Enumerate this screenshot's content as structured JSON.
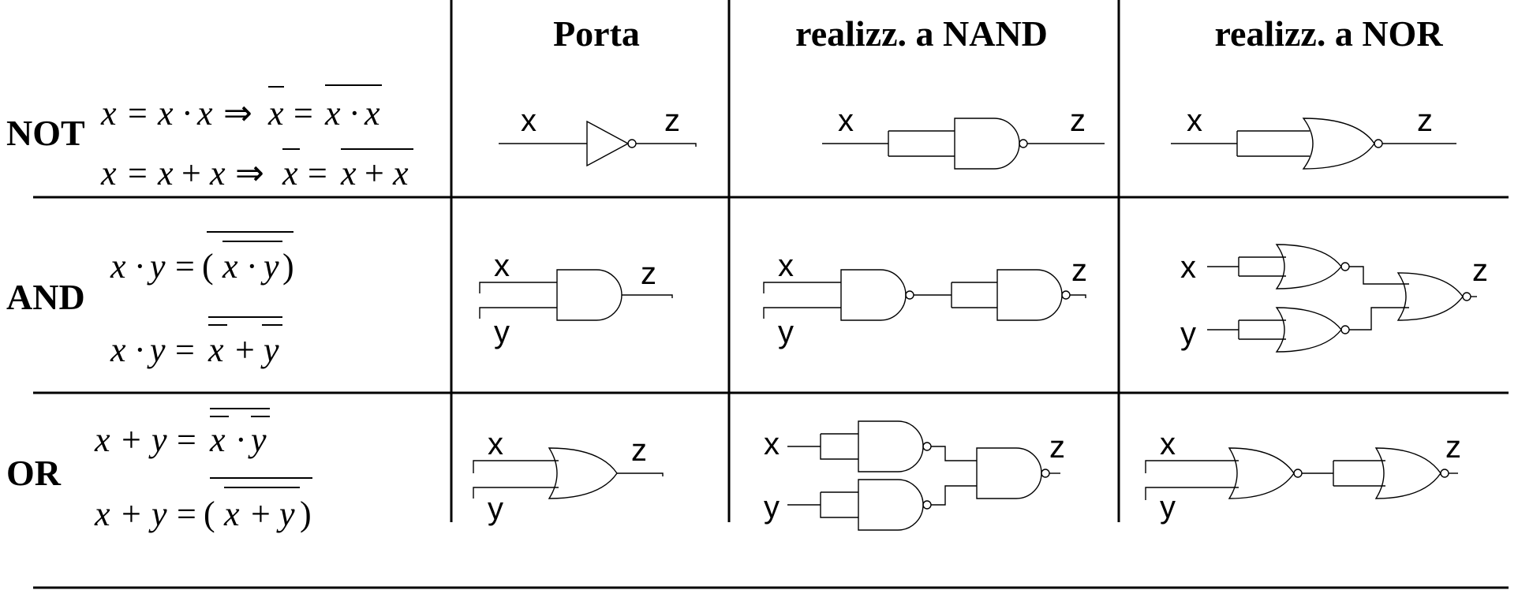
{
  "table": {
    "headers": {
      "porta": "Porta",
      "nand": "realizz. a NAND",
      "nor": "realizz. a NOR"
    },
    "rows": {
      "not": {
        "label": "NOT",
        "formula1": {
          "lhs": "x",
          "eq": "=",
          "a": "x",
          "op": "·",
          "b": "x",
          "implies": "⇒",
          "neg": "x",
          "eq2": "=",
          "c": "x",
          "op2": "·",
          "d": "x"
        },
        "formula2": {
          "lhs": "x",
          "eq": "=",
          "a": "x",
          "op": "+",
          "b": "x",
          "implies": "⇒",
          "neg": "x",
          "eq2": "=",
          "c": "x",
          "op2": "+",
          "d": "x"
        }
      },
      "and": {
        "label": "AND",
        "formula1": {
          "a": "x",
          "op": "·",
          "b": "y",
          "eq": "=",
          "lp": "(",
          "c": "x",
          "op2": "·",
          "d": "y",
          "rp": ")"
        },
        "formula2": {
          "a": "x",
          "op": "·",
          "b": "y",
          "eq": "=",
          "c": "x",
          "op2": "+",
          "d": "y"
        }
      },
      "or": {
        "label": "OR",
        "formula1": {
          "a": "x",
          "op": "+",
          "b": "y",
          "eq": "=",
          "c": "x",
          "op2": "·",
          "d": "y"
        },
        "formula2": {
          "a": "x",
          "op": "+",
          "b": "y",
          "eq": "=",
          "lp": "(",
          "c": "x",
          "op2": "+",
          "d": "y",
          "rp": ")"
        }
      }
    }
  },
  "signals": {
    "x": "x",
    "y": "y",
    "z": "z"
  }
}
